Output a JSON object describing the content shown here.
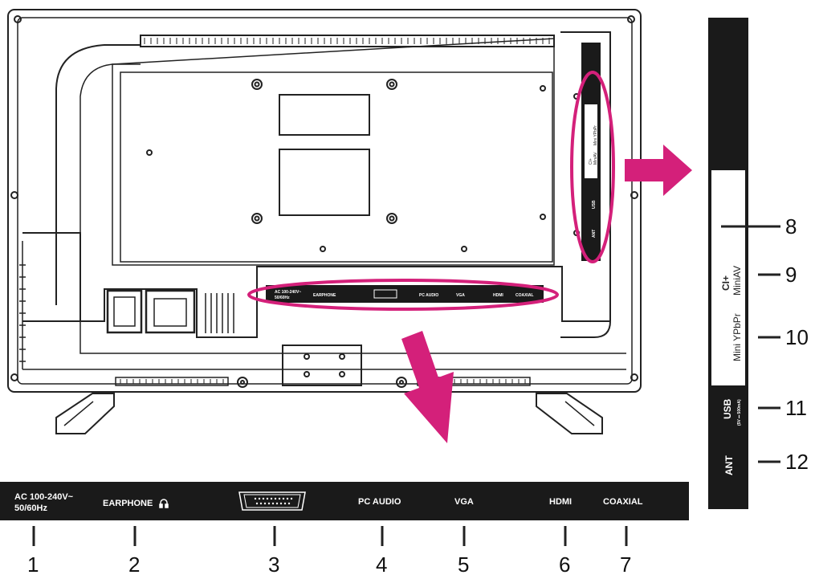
{
  "colors": {
    "highlight": "#d4207a",
    "panel": "#1a1a1a",
    "line": "#222222",
    "panel_text": "#ffffff"
  },
  "bottom_panel": {
    "ports": [
      {
        "label_line1": "AC 100-240V~",
        "label_line2": "50/60Hz",
        "number": "1"
      },
      {
        "label": "EARPHONE",
        "icon": "headphone-icon",
        "number": "2"
      },
      {
        "label": "",
        "icon": "vga-connector-icon",
        "number": "3"
      },
      {
        "label": "PC AUDIO",
        "number": "4"
      },
      {
        "label": "VGA",
        "number": "5"
      },
      {
        "label": "HDMI",
        "number": "6"
      },
      {
        "label": "COAXIAL",
        "number": "7"
      }
    ]
  },
  "side_panel": {
    "ports": [
      {
        "label": "",
        "number": "8"
      },
      {
        "label_line1": "CI+",
        "label_line2": "MiniAV",
        "number": "9"
      },
      {
        "label": "Mini YPbPr",
        "number": "10"
      },
      {
        "label": "USB",
        "sublabel": "(5V ⎓ 500mA)",
        "number": "11"
      },
      {
        "label": "ANT",
        "number": "12"
      }
    ]
  },
  "tv_back": {
    "mini_bottom_labels": [
      "AC 100-240V~",
      "50/60Hz",
      "EARPHONE",
      "PC AUDIO",
      "VGA",
      "HDMI",
      "COAXIAL"
    ],
    "mini_side_labels": [
      "CI+",
      "MiniAV",
      "Mini YPbPr",
      "USB",
      "ANT"
    ]
  }
}
